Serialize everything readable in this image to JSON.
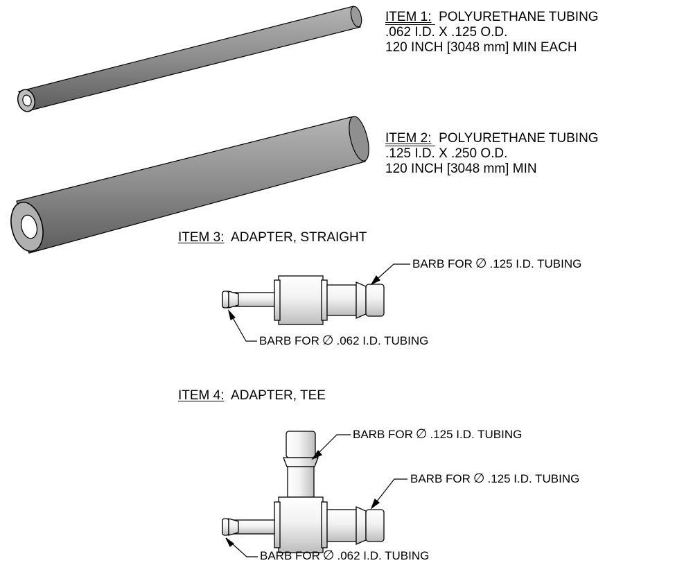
{
  "items": [
    {
      "heading": "ITEM 1:",
      "title": "POLYURETHANE TUBING",
      "id": ".062 I.D.",
      "od": "X .125 O.D.",
      "length": "120 INCH [3048 mm] MIN EACH"
    },
    {
      "heading": "ITEM 2:",
      "title": "POLYURETHANE TUBING",
      "id": ".125 I.D.",
      "od": "X .250 O.D.",
      "length": "120 INCH [3048 mm] MIN"
    },
    {
      "heading": "ITEM 3:",
      "title": "ADAPTER, STRAIGHT"
    },
    {
      "heading": "ITEM 4:",
      "title": "ADAPTER, TEE"
    }
  ],
  "callouts": {
    "barb_large_prefix": "BARB FOR",
    "barb_large_suffix": ".125 I.D. TUBING",
    "barb_small_prefix": "BARB FOR",
    "barb_small_suffix": ".062 I.D. TUBING",
    "diameter_symbol": "∅"
  },
  "colors": {
    "tube_fill": "#8a8a8a",
    "tube_dark": "#5e5e5e",
    "metal_fill": "#e6e6e6",
    "line": "#000000"
  }
}
